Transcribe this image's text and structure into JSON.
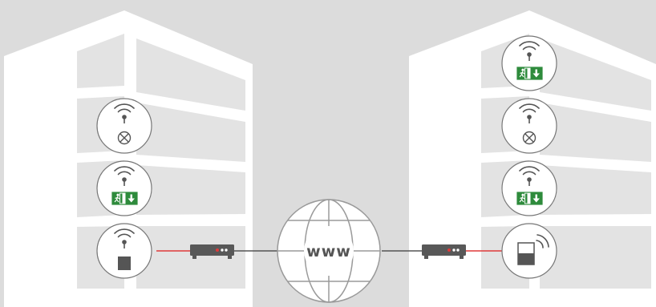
{
  "globe": {
    "label": "www"
  },
  "colors": {
    "background": "#dcdcdc",
    "building": "#ffffff",
    "window": "#e3e3e3",
    "node_border": "#777777",
    "icon_stroke": "#555555",
    "exit_green": "#2e8b3c",
    "lan_link": "#e03a3a",
    "wan_link": "#555555",
    "router_body": "#585858",
    "router_led": "#e03a3a"
  },
  "left_building": {
    "devices": [
      {
        "type": "wireless-luminaire",
        "icon": "luminaire-cross-icon"
      },
      {
        "type": "wireless-emergency-exit-sign",
        "icon": "emergency-exit-sign-icon"
      },
      {
        "type": "wireless-gateway",
        "icon": "gateway-antenna-icon"
      }
    ]
  },
  "right_building": {
    "devices": [
      {
        "type": "wireless-emergency-exit-sign",
        "icon": "emergency-exit-sign-icon"
      },
      {
        "type": "wireless-luminaire",
        "icon": "luminaire-cross-icon"
      },
      {
        "type": "wireless-emergency-exit-sign",
        "icon": "emergency-exit-sign-icon"
      },
      {
        "type": "wireless-gateway",
        "icon": "gateway-wireless-icon"
      }
    ]
  }
}
